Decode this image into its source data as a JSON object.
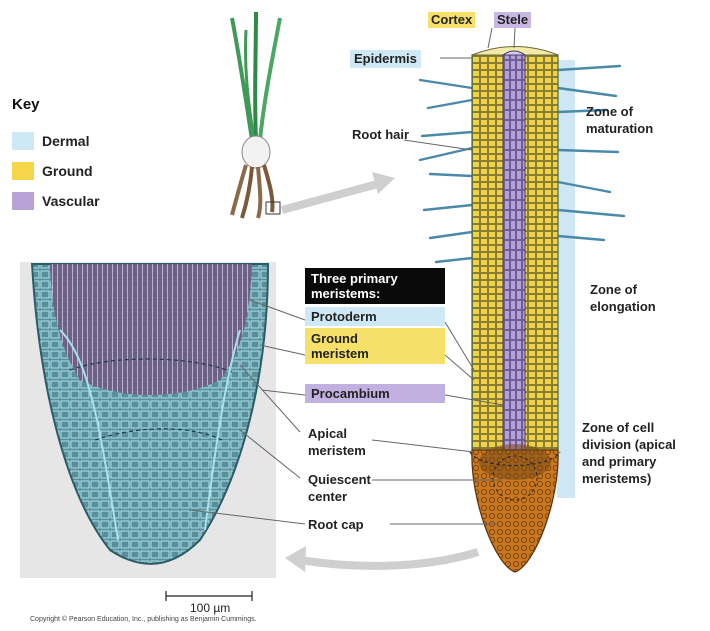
{
  "key": {
    "title": "Key",
    "items": [
      {
        "label": "Dermal",
        "color": "#cfe8f5"
      },
      {
        "label": "Ground",
        "color": "#f5d64a"
      },
      {
        "label": "Vascular",
        "color": "#b9a3d6"
      }
    ]
  },
  "labels": {
    "cortex": "Cortex",
    "stele": "Stele",
    "epidermis": "Epidermis",
    "root_hair": "Root hair",
    "zone_maturation_1": "Zone of",
    "zone_maturation_2": "maturation",
    "zone_elongation_1": "Zone of",
    "zone_elongation_2": "elongation",
    "zone_division_1": "Zone of cell",
    "zone_division_2": "division (apical",
    "zone_division_3": "and primary",
    "zone_division_4": "meristems)",
    "apical_1": "Apical",
    "apical_2": "meristem",
    "quiescent_1": "Quiescent",
    "quiescent_2": "center",
    "root_cap": "Root cap",
    "scale": "100 µm"
  },
  "meristems": {
    "title_1": "Three primary",
    "title_2": "meristems:",
    "protoderm": "Protoderm",
    "ground_1": "Ground",
    "ground_2": "meristem",
    "procambium": "Procambium"
  },
  "copyright": "Copyright © Pearson Education, Inc., publishing as Benjamin Cummings."
}
